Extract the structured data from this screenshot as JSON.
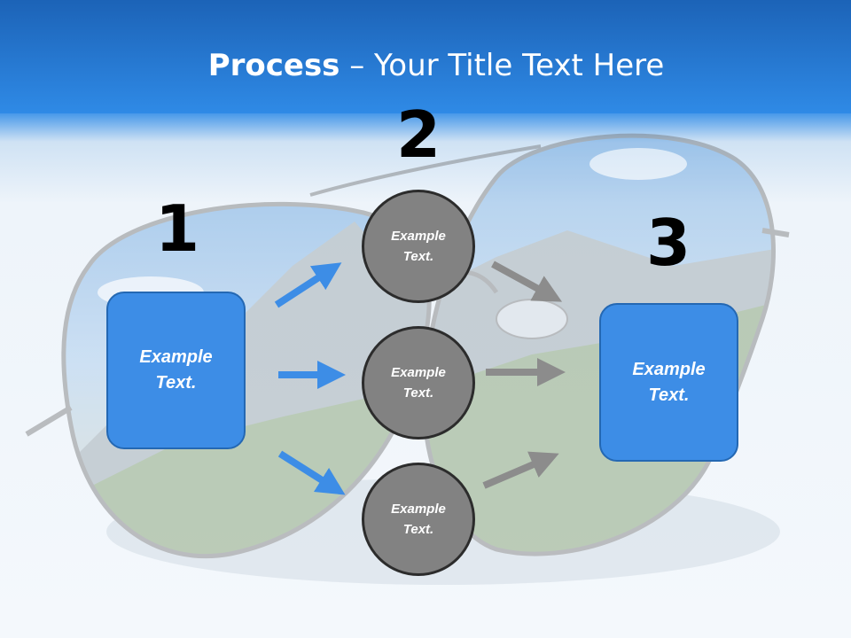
{
  "title": {
    "bold": "Process",
    "rest": " – Your Title Text Here"
  },
  "steps": {
    "one": "1",
    "two": "2",
    "three": "3"
  },
  "left_box": {
    "line1": "Example",
    "line2": "Text."
  },
  "right_box": {
    "line1": "Example",
    "line2": "Text."
  },
  "circles": [
    {
      "line1": "Example",
      "line2": "Text."
    },
    {
      "line1": "Example",
      "line2": "Text."
    },
    {
      "line1": "Example",
      "line2": "Text."
    }
  ],
  "colors": {
    "accent_blue": "#3d8de6",
    "circle_gray": "#828282",
    "arrow_gray": "#8c8c8c",
    "title_blue": "#2a7fd9"
  }
}
